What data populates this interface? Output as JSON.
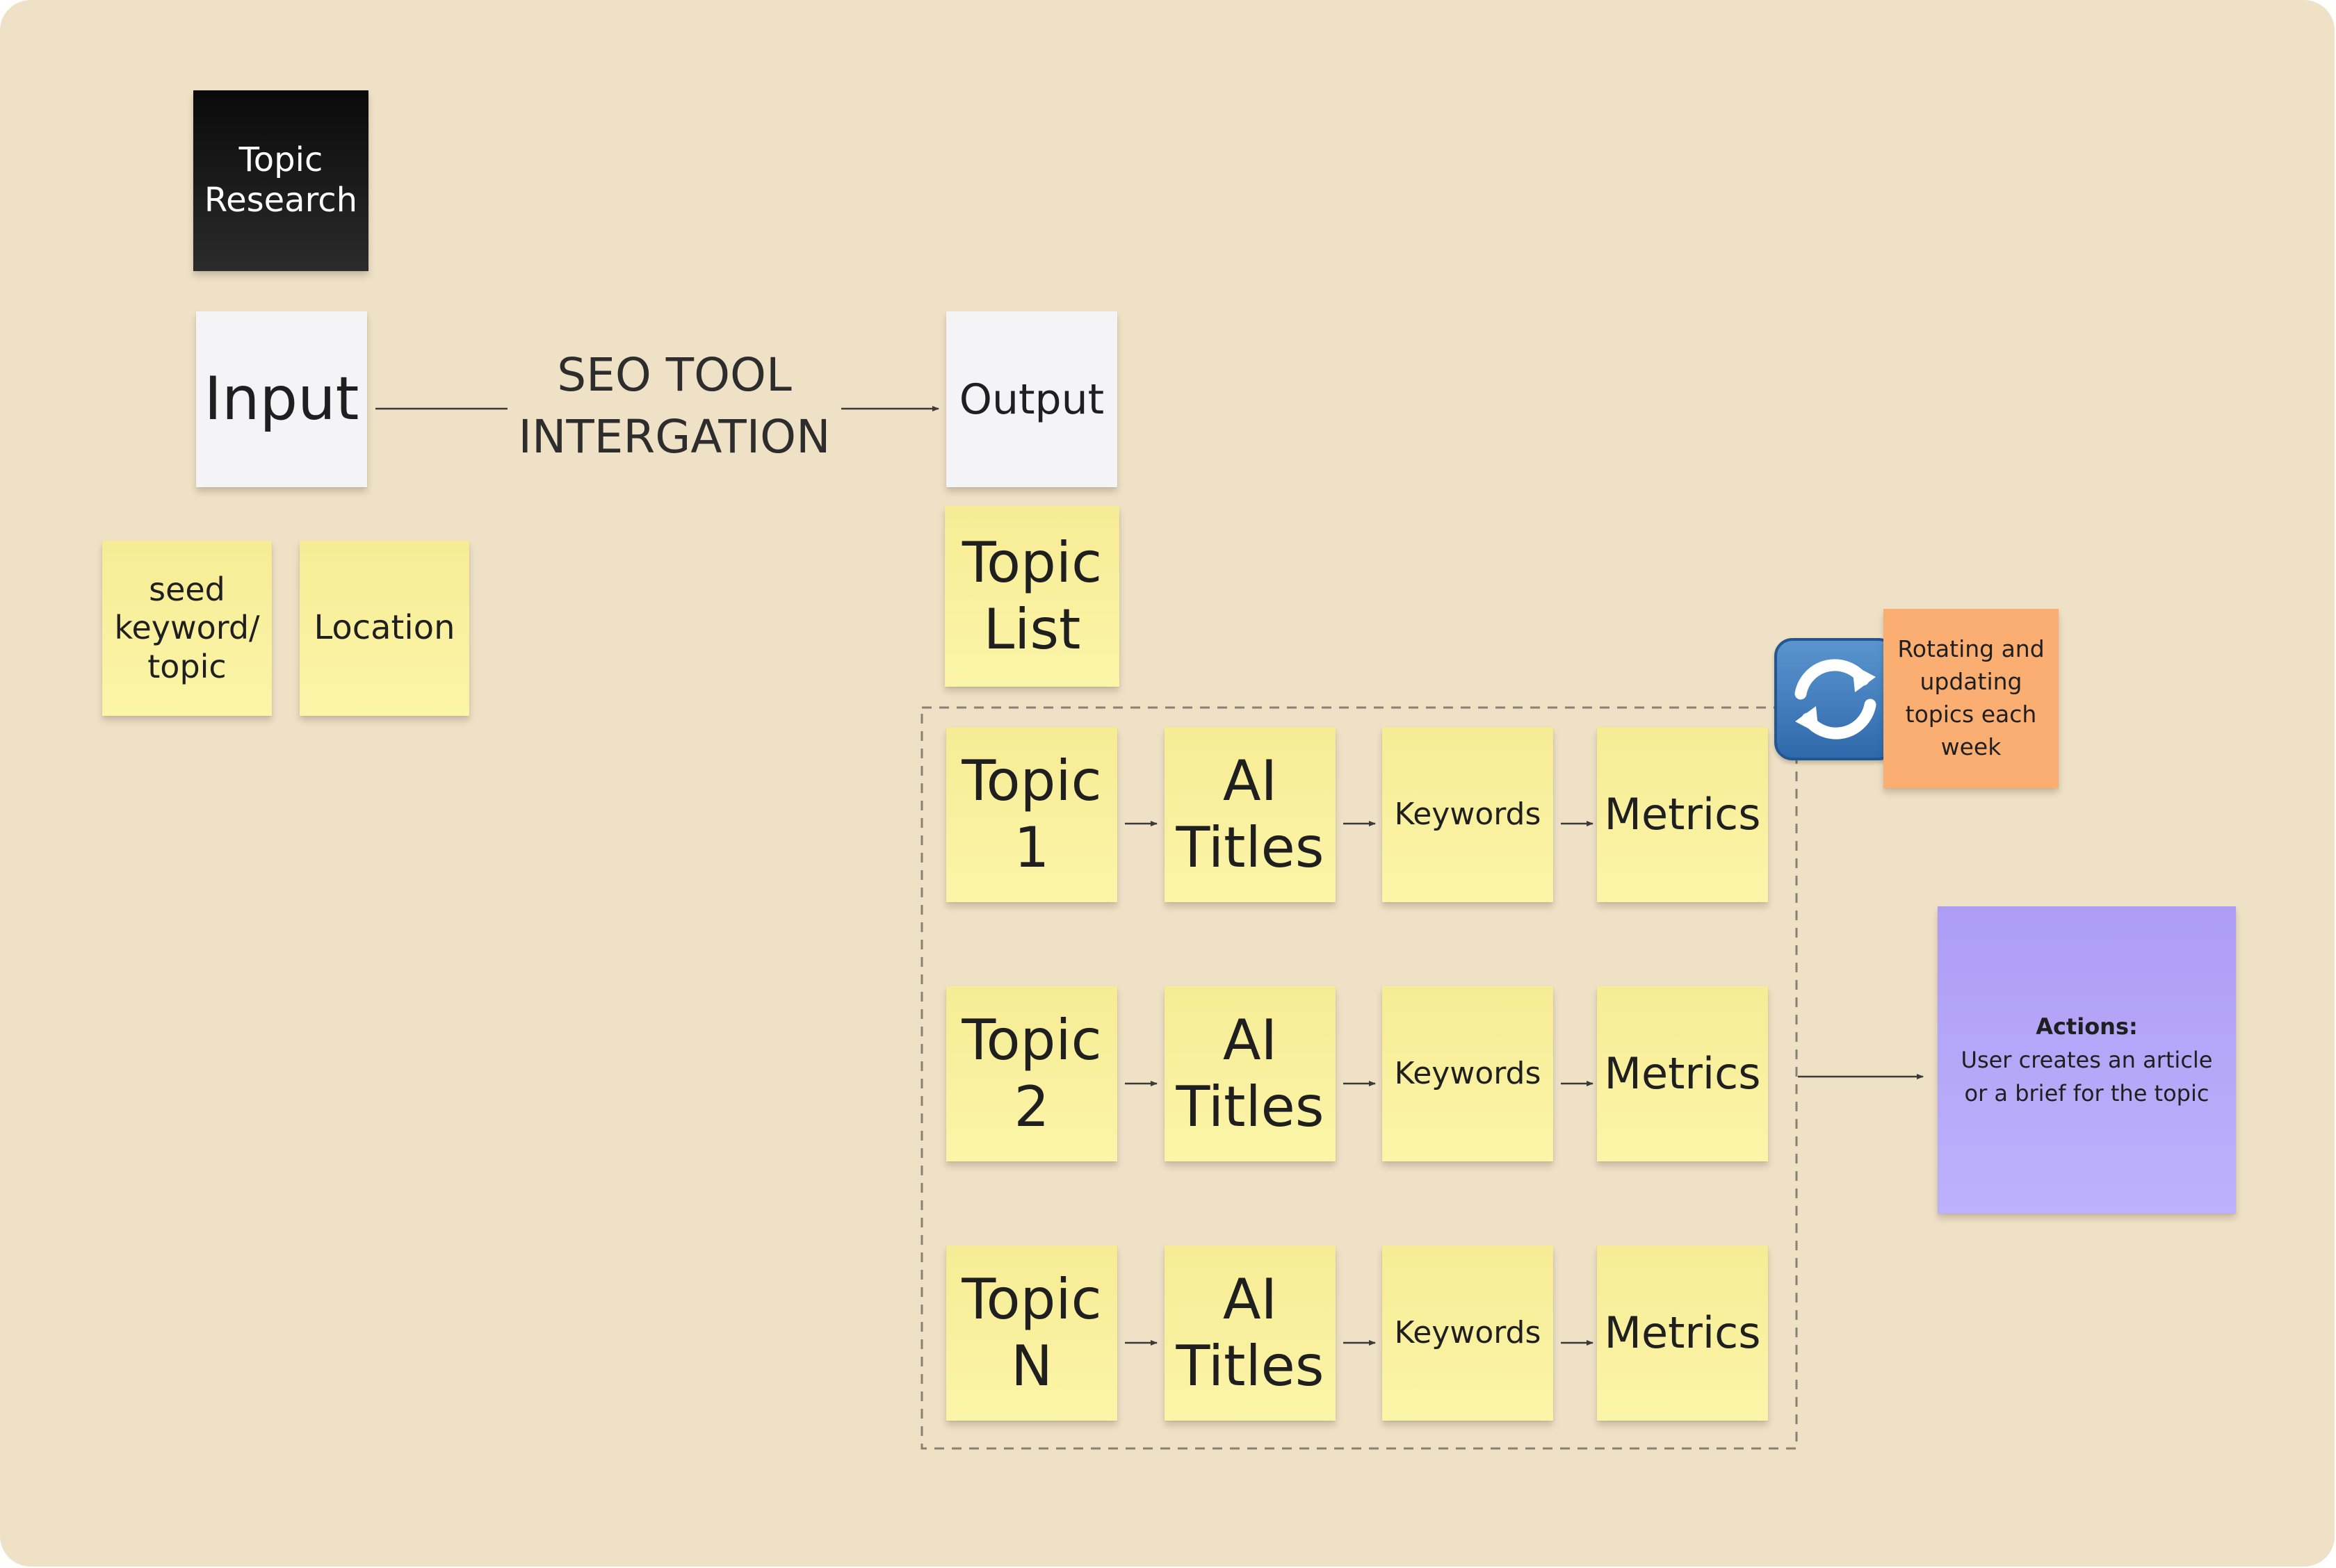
{
  "header_card": {
    "line1": "Topic",
    "line2": "Research"
  },
  "input_card": {
    "label": "Input"
  },
  "integration": {
    "line1": "SEO TOOL",
    "line2": "INTERGATION"
  },
  "output_card": {
    "label": "Output"
  },
  "inputs": {
    "seed": {
      "line1": "seed",
      "line2": "keyword/",
      "line3": "topic"
    },
    "location": {
      "label": "Location"
    }
  },
  "topic_list": {
    "line1": "Topic",
    "line2": "List"
  },
  "rows": [
    {
      "topic": {
        "line1": "Topic",
        "line2": "1"
      },
      "titles": {
        "line1": "AI",
        "line2": "Titles"
      },
      "keywords": "Keywords",
      "metrics": "Metrics"
    },
    {
      "topic": {
        "line1": "Topic",
        "line2": "2"
      },
      "titles": {
        "line1": "AI",
        "line2": "Titles"
      },
      "keywords": "Keywords",
      "metrics": "Metrics"
    },
    {
      "topic": {
        "line1": "Topic",
        "line2": "N"
      },
      "titles": {
        "line1": "AI",
        "line2": "Titles"
      },
      "keywords": "Keywords",
      "metrics": "Metrics"
    }
  ],
  "rotating_note": {
    "line1": "Rotating and",
    "line2": "updating",
    "line3": "topics each",
    "line4": "week"
  },
  "sync_icon": "counterclockwise-arrows-button-icon",
  "actions_note": {
    "heading": "Actions:",
    "line1": "User creates an article",
    "line2": "or a brief for the topic"
  },
  "colors": {
    "board": "#efe1c5",
    "sticky_yellow": "#f9f1a0",
    "sticky_white": "#f4f4f6",
    "sticky_black": "#141414",
    "sticky_orange": "#fbae72",
    "sticky_purple": "#b5a8f9",
    "connector": "#3a3a3a"
  }
}
